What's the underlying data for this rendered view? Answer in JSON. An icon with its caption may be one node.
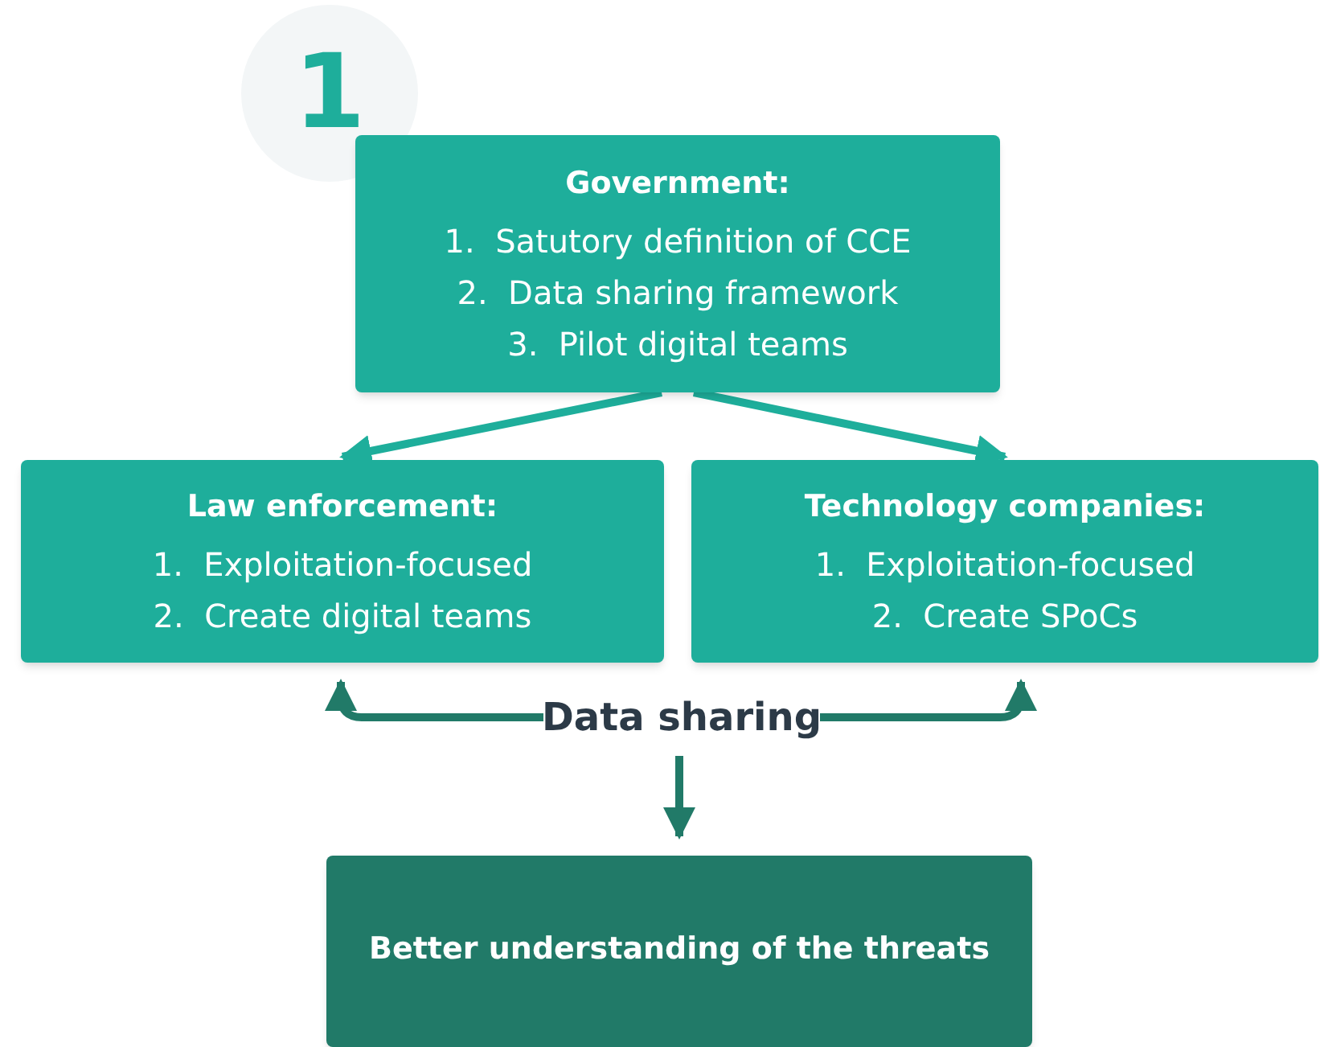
{
  "diagram": {
    "nodes": [
      {
        "text": [
          "1"
        ]
      },
      {
        "text": [
          "Government:",
          "1.  Satutory definition of CCE",
          "2.  Data sharing framework",
          "3.  Pilot digital teams"
        ]
      },
      {
        "text": [
          "Law enforcement:",
          "1.  Exploitation-focused",
          "2.  Create digital teams"
        ]
      },
      {
        "text": [
          "Technology companies:",
          "1.  Exploitation-focused",
          "2.  Create SPoCs"
        ]
      },
      {
        "text": [
          "Data sharing"
        ]
      },
      {
        "text": [
          "Better understanding of the threats"
        ]
      }
    ],
    "edges": [
      {
        "from": 1,
        "to": 2,
        "arrow": "to"
      },
      {
        "from": 1,
        "to": 3,
        "arrow": "to"
      },
      {
        "from": 4,
        "to": 2,
        "arrow": "to",
        "color": "#217a68"
      },
      {
        "from": 4,
        "to": 3,
        "arrow": "to",
        "color": "#217a68"
      },
      {
        "from": 4,
        "to": 5,
        "arrow": "to",
        "color": "#217a68"
      }
    ]
  }
}
